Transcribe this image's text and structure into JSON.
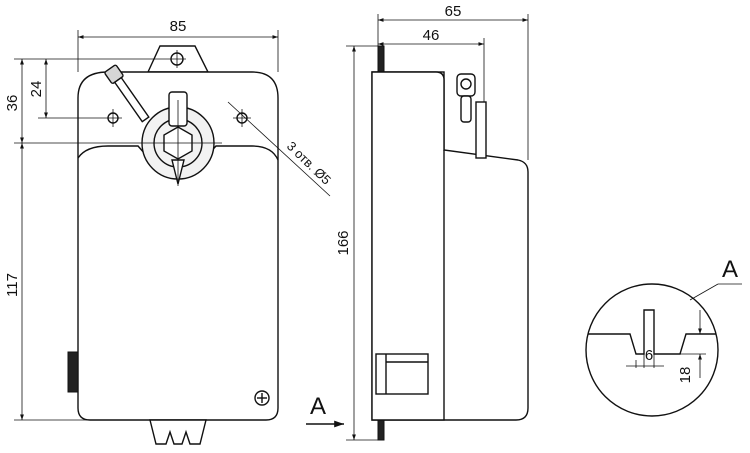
{
  "front_view": {
    "width_dim": "85",
    "dim_24": "24",
    "dim_36": "36",
    "height_dim": "117",
    "holes_note": "3 отв. Ø5"
  },
  "side_view": {
    "depth_total_dim": "65",
    "depth_body_dim": "46",
    "height_dim": "166",
    "view_arrow_label": "A"
  },
  "detail_a": {
    "label": "A",
    "width_dim": "6",
    "height_dim": "18"
  }
}
